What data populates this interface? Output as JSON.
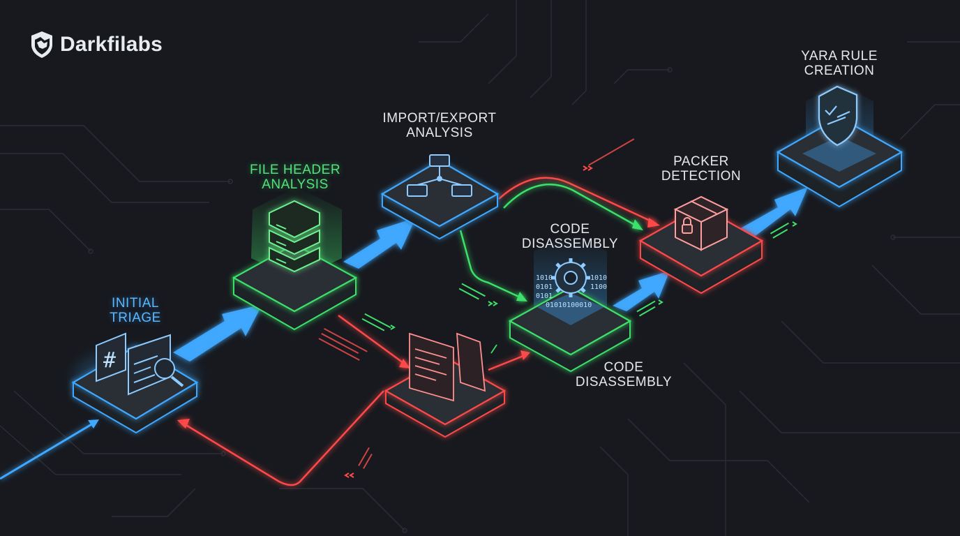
{
  "brand": {
    "name": "Darkfilabs",
    "logo_icon": "shield-map-icon"
  },
  "colors": {
    "background": "#17191e",
    "blue": "#3fa9ff",
    "green": "#3ee06b",
    "red": "#ff4a4a",
    "node_fill": "#23262d"
  },
  "stages": {
    "initial_triage": {
      "label": "INITIAL\nTRIAGE",
      "color": "blue",
      "icon": "hashtag-magnifier-icon"
    },
    "file_header": {
      "label": "FILE HEADER\nANALYSIS",
      "color": "green",
      "icon": "server-stack-icon"
    },
    "import_export": {
      "label": "IMPORT/EXPORT\nANALYSIS",
      "color": "blue",
      "icon": "network-nodes-icon"
    },
    "code_disassembly_top": {
      "label": "CODE\nDISASSEMBLY"
    },
    "code_disassembly": {
      "label": "CODE\nDISASSEMBLY",
      "color": "green",
      "icon": "gear-binary-icon",
      "binary_rows": [
        "1010",
        "1010",
        "0101",
        "1100",
        "0101",
        "01010100010"
      ]
    },
    "packer": {
      "label": "PACKER\nDETECTION",
      "color": "red",
      "icon": "locked-box-icon"
    },
    "yara": {
      "label": "YARA RULE\nCREATION",
      "color": "blue",
      "icon": "shield-check-icon"
    },
    "document_node": {
      "color": "red",
      "icon": "code-document-icon"
    }
  }
}
